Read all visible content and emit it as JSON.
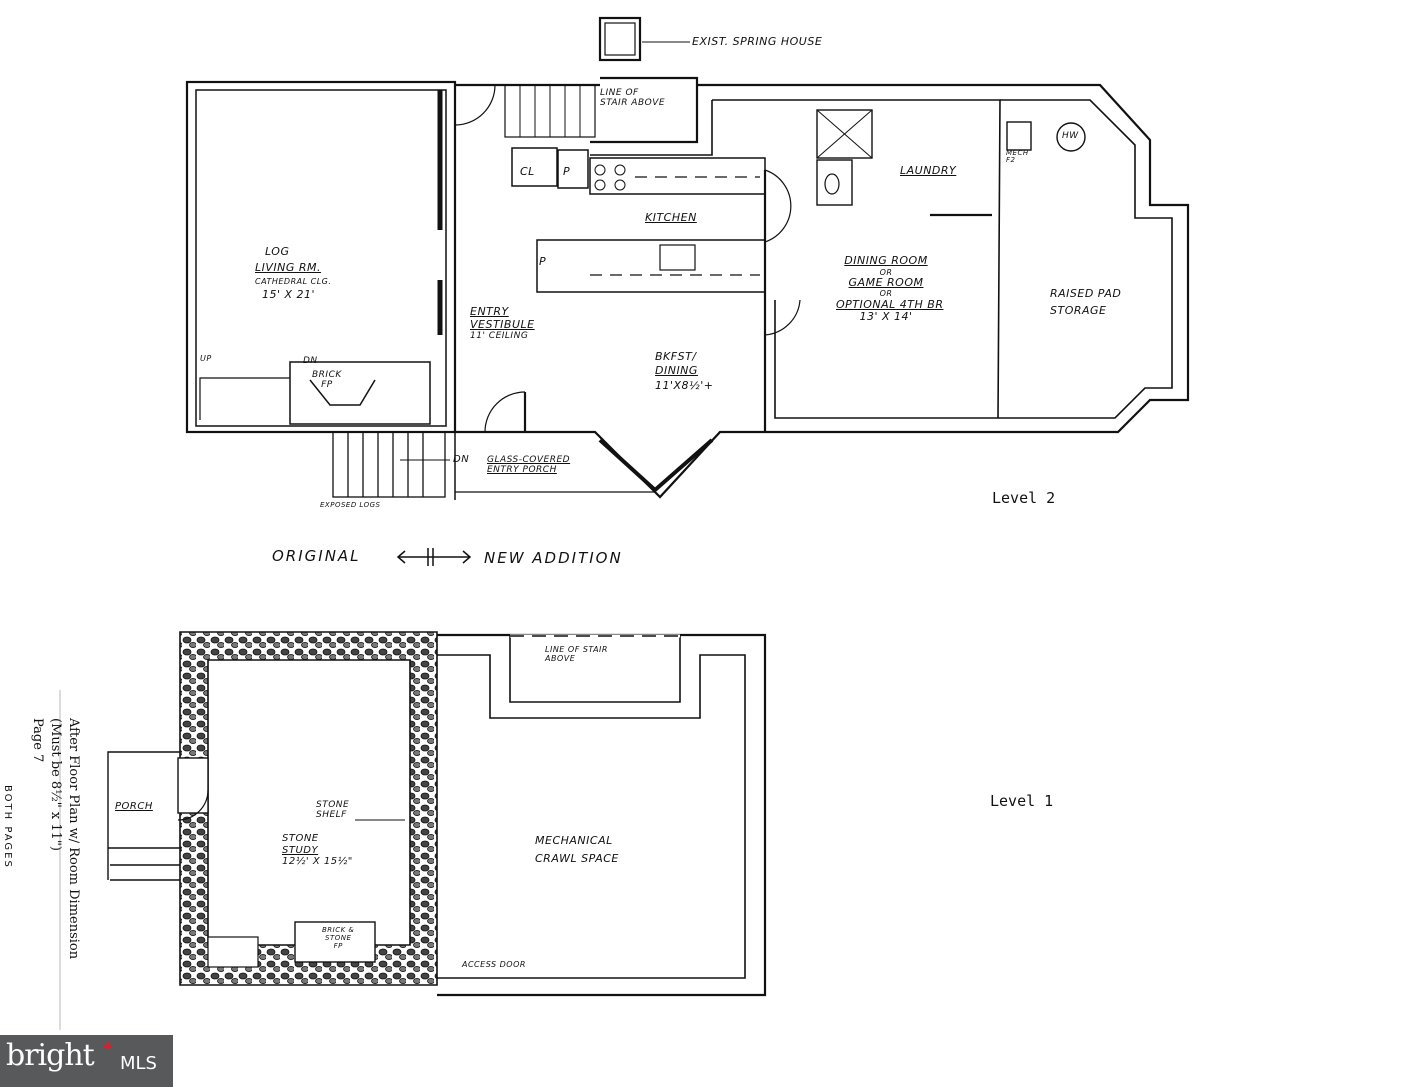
{
  "level2": {
    "title": "Level 2",
    "spring_house": "EXIST. SPRING HOUSE",
    "line_of_stair": [
      "LINE OF",
      "STAIR ABOVE"
    ],
    "living": {
      "name1": "LOG",
      "name2": "LIVING RM.",
      "note": "CATHEDRAL CLG.",
      "dims": "15' x 21'"
    },
    "kitchen": "KITCHEN",
    "pantry": "P",
    "closet": "CL",
    "laundry": "LAUNDRY",
    "dining": {
      "line1": "DINING ROOM",
      "or1": "OR",
      "line2": "GAME ROOM",
      "or2": "OR",
      "line3": "OPTIONAL 4TH BR",
      "dims": "13' x 14'"
    },
    "storage": [
      "RAISED PAD",
      "STORAGE"
    ],
    "hw": "HW",
    "mech": [
      "MECH",
      "F2"
    ],
    "entry": {
      "line1": "ENTRY",
      "line2": "VESTIBULE",
      "note": "11' CEILING"
    },
    "bkfst": {
      "line1": "BKFST/",
      "line2": "DINING",
      "dims": "11'x8½'+"
    },
    "fireplace": [
      "BRICK",
      "FP"
    ],
    "dn1": "DN",
    "dn2": "DN",
    "up": "UP",
    "porch": [
      "GLASS-COVERED",
      "ENTRY PORCH"
    ],
    "exposed_logs": "EXPOSED LOGS"
  },
  "divider": {
    "left": "ORIGINAL",
    "right": "NEW ADDITION"
  },
  "level1": {
    "title": "Level 1",
    "line_of_stair": [
      "LINE OF STAIR",
      "ABOVE"
    ],
    "porch": "PORCH",
    "shelf": [
      "STONE",
      "SHELF"
    ],
    "study": {
      "line1": "STONE",
      "line2": "STUDY",
      "dims": "12½' x 15½\""
    },
    "fireplace": [
      "BRICK &",
      "STONE",
      "FP"
    ],
    "crawl": [
      "MECHANICAL",
      "CRAWL SPACE"
    ],
    "access": "ACCESS DOOR"
  },
  "side_note": {
    "line1": "After Floor Plan w/ Room Dimension",
    "line2": "(Must be 8½\" x 11\")",
    "line3": "Page 7",
    "line4": "BOTH PAGES"
  },
  "logo": {
    "brand": "bright",
    "suffix": "MLS"
  }
}
